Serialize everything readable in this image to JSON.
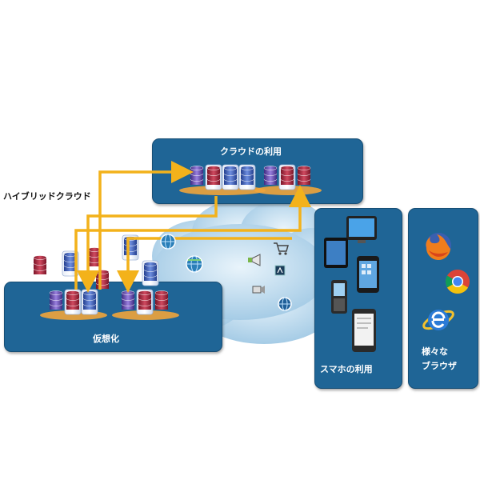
{
  "labels": {
    "cloud_usage": "クラウドの利用",
    "hybrid_cloud": "ハイブリッドクラウド",
    "virtualization": "仮想化",
    "smartphone_usage": "スマホの利用",
    "browsers_line1": "様々な",
    "browsers_line2": "ブラウザ"
  },
  "icons": {
    "server_stack": "server-stack-icon",
    "globe": "globe-icon",
    "megaphone": "megaphone-icon",
    "cart": "shopping-cart-icon",
    "video": "video-camera-icon",
    "tablet": "tablet-icon",
    "phone": "smartphone-icon",
    "firefox": "firefox-icon",
    "chrome": "chrome-icon",
    "ie": "internet-explorer-icon"
  },
  "colors": {
    "panel": "#1f6596",
    "cloud": "#cfe6f5",
    "arrow": "#f3b21b",
    "db_red": "#b02a43",
    "db_blue": "#3f5fbf",
    "db_purple": "#6b4fb2",
    "platform": "#f0a43a"
  }
}
